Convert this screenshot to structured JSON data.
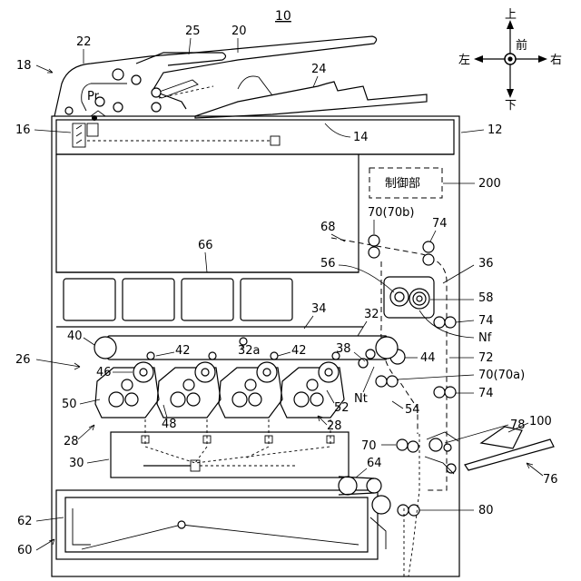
{
  "figure": {
    "title_numeral": "10",
    "direction_compass": {
      "up": "上",
      "down": "下",
      "left": "左",
      "right": "右",
      "front": "前"
    },
    "controller_label": "制御部",
    "reference_numerals": {
      "n12": "12",
      "n14": "14",
      "n16": "16",
      "n18": "18",
      "n20": "20",
      "n22": "22",
      "n24": "24",
      "n25": "25",
      "n26": "26",
      "n28a": "28",
      "n28b": "28",
      "n30": "30",
      "n32": "32",
      "n32a": "32a",
      "n34": "34",
      "n36": "36",
      "n38": "38",
      "n40": "40",
      "n42a": "42",
      "n42b": "42",
      "n44": "44",
      "n46": "46",
      "n48": "48",
      "n50": "50",
      "n52": "52",
      "n54": "54",
      "n56": "56",
      "n58": "58",
      "n60": "60",
      "n62": "62",
      "n64": "64",
      "n66": "66",
      "n68": "68",
      "n70": "70",
      "n70b": "70(70b)",
      "n70a": "70(70a)",
      "n72": "72",
      "n74a": "74",
      "n74b": "74",
      "n74c": "74",
      "n76": "76",
      "n78": "78",
      "n80": "80",
      "n100": "100",
      "n200": "200",
      "pr": "Pr",
      "nf": "Nf",
      "nt": "Nt"
    }
  }
}
